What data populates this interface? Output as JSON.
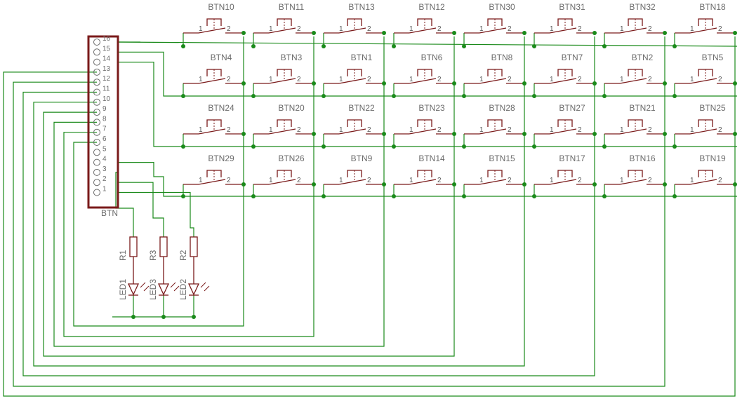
{
  "colors": {
    "wire": "#1a8a1a",
    "junction": "#1a8a1a",
    "part": "#7a1a1a",
    "text": "#6b6b6b",
    "background": "#ffffff"
  },
  "connector": {
    "name": "BTN",
    "pins": [
      "16",
      "15",
      "14",
      "13",
      "12",
      "11",
      "10",
      "9",
      "8",
      "7",
      "6",
      "5",
      "4",
      "3",
      "2",
      "1"
    ]
  },
  "switch_pin_labels": {
    "left": "1",
    "right": "2"
  },
  "button_rows": [
    [
      "BTN10",
      "BTN11",
      "BTN13",
      "BTN12",
      "BTN30",
      "BTN31",
      "BTN32",
      "BTN18"
    ],
    [
      "BTN4",
      "BTN3",
      "BTN1",
      "BTN6",
      "BTN8",
      "BTN7",
      "BTN2",
      "BTN5"
    ],
    [
      "BTN24",
      "BTN20",
      "BTN22",
      "BTN23",
      "BTN28",
      "BTN27",
      "BTN21",
      "BTN25"
    ],
    [
      "BTN29",
      "BTN26",
      "BTN9",
      "BTN14",
      "BTN15",
      "BTN17",
      "BTN16",
      "BTN19"
    ]
  ],
  "resistors": [
    "R1",
    "R3",
    "R2"
  ],
  "leds": [
    "LED1",
    "LED3",
    "LED2"
  ]
}
